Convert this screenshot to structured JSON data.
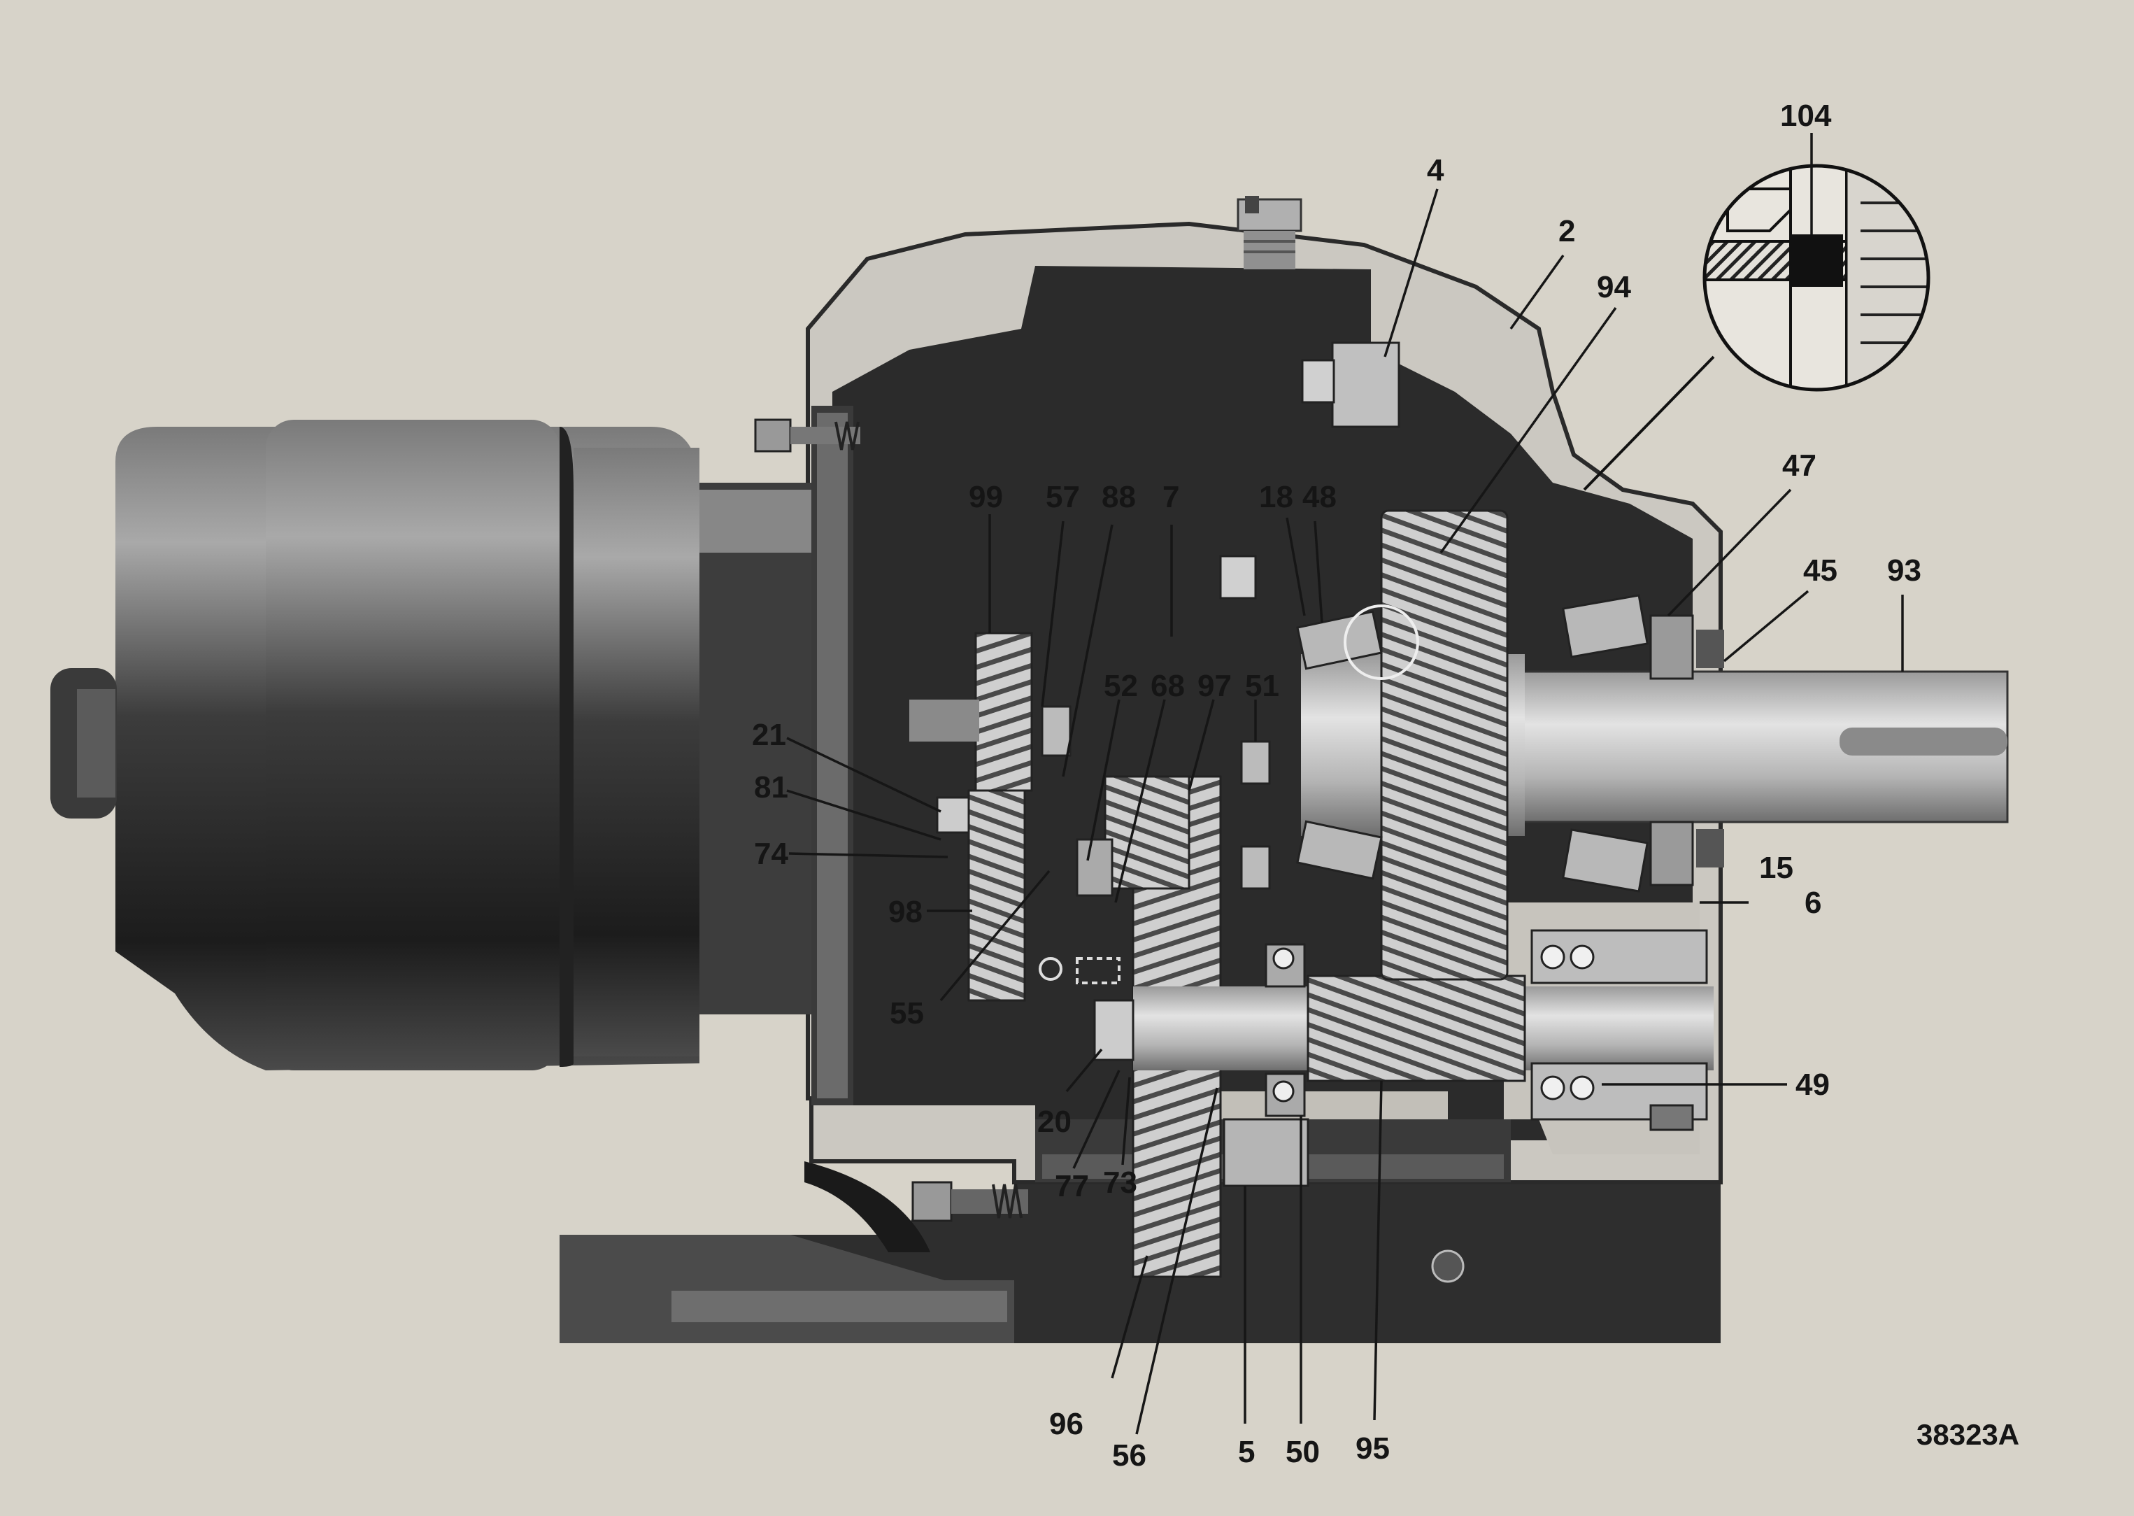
{
  "figure_number": "38323A",
  "colors": {
    "paper": "#d7d3c9",
    "ink": "#151515",
    "cutaway_dark": "#2b2b2b",
    "casting_light": "#c9c6bf",
    "shaft_light": "#cfcfcf"
  },
  "callouts": [
    {
      "id": "c4",
      "label": "4"
    },
    {
      "id": "c2",
      "label": "2"
    },
    {
      "id": "c94",
      "label": "94"
    },
    {
      "id": "c104",
      "label": "104"
    },
    {
      "id": "c47",
      "label": "47"
    },
    {
      "id": "c45",
      "label": "45"
    },
    {
      "id": "c93",
      "label": "93"
    },
    {
      "id": "c99",
      "label": "99"
    },
    {
      "id": "c57",
      "label": "57"
    },
    {
      "id": "c88",
      "label": "88"
    },
    {
      "id": "c7",
      "label": "7"
    },
    {
      "id": "c18",
      "label": "18"
    },
    {
      "id": "c48",
      "label": "48"
    },
    {
      "id": "c52",
      "label": "52"
    },
    {
      "id": "c68",
      "label": "68"
    },
    {
      "id": "c97",
      "label": "97"
    },
    {
      "id": "c51",
      "label": "51"
    },
    {
      "id": "c21",
      "label": "21"
    },
    {
      "id": "c81",
      "label": "81"
    },
    {
      "id": "c74",
      "label": "74"
    },
    {
      "id": "c98",
      "label": "98"
    },
    {
      "id": "c55",
      "label": "55"
    },
    {
      "id": "c15",
      "label": "15"
    },
    {
      "id": "c6",
      "label": "6"
    },
    {
      "id": "c49",
      "label": "49"
    },
    {
      "id": "c20",
      "label": "20"
    },
    {
      "id": "c77",
      "label": "77"
    },
    {
      "id": "c73",
      "label": "73"
    },
    {
      "id": "c96",
      "label": "96"
    },
    {
      "id": "c56",
      "label": "56"
    },
    {
      "id": "c5",
      "label": "5"
    },
    {
      "id": "c50",
      "label": "50"
    },
    {
      "id": "c95",
      "label": "95"
    }
  ]
}
